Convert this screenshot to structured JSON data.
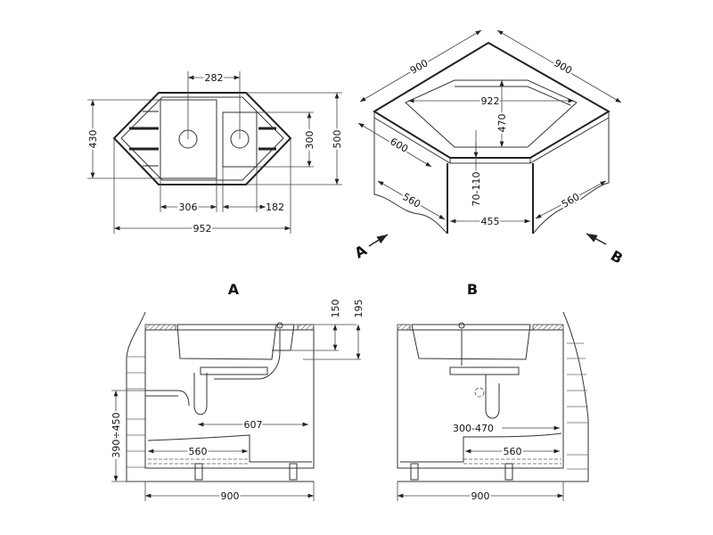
{
  "top_view": {
    "d282": "282",
    "d430": "430",
    "d300": "300",
    "d500": "500",
    "d306": "306",
    "d182": "182",
    "d952": "952"
  },
  "iso_view": {
    "d900a": "900",
    "d900b": "900",
    "d922": "922",
    "d470": "470",
    "d600": "600",
    "d70_110": "70-110",
    "d560a": "560",
    "d455": "455",
    "d560b": "560",
    "view_a": "A",
    "view_b": "B"
  },
  "section_a": {
    "title": "A",
    "d150": "150",
    "d195": "195",
    "d390_450": "390÷450",
    "d607": "607",
    "d560": "560",
    "d900": "900"
  },
  "section_b": {
    "title": "B",
    "d300_470": "300-470",
    "d560": "560",
    "d900": "900"
  }
}
